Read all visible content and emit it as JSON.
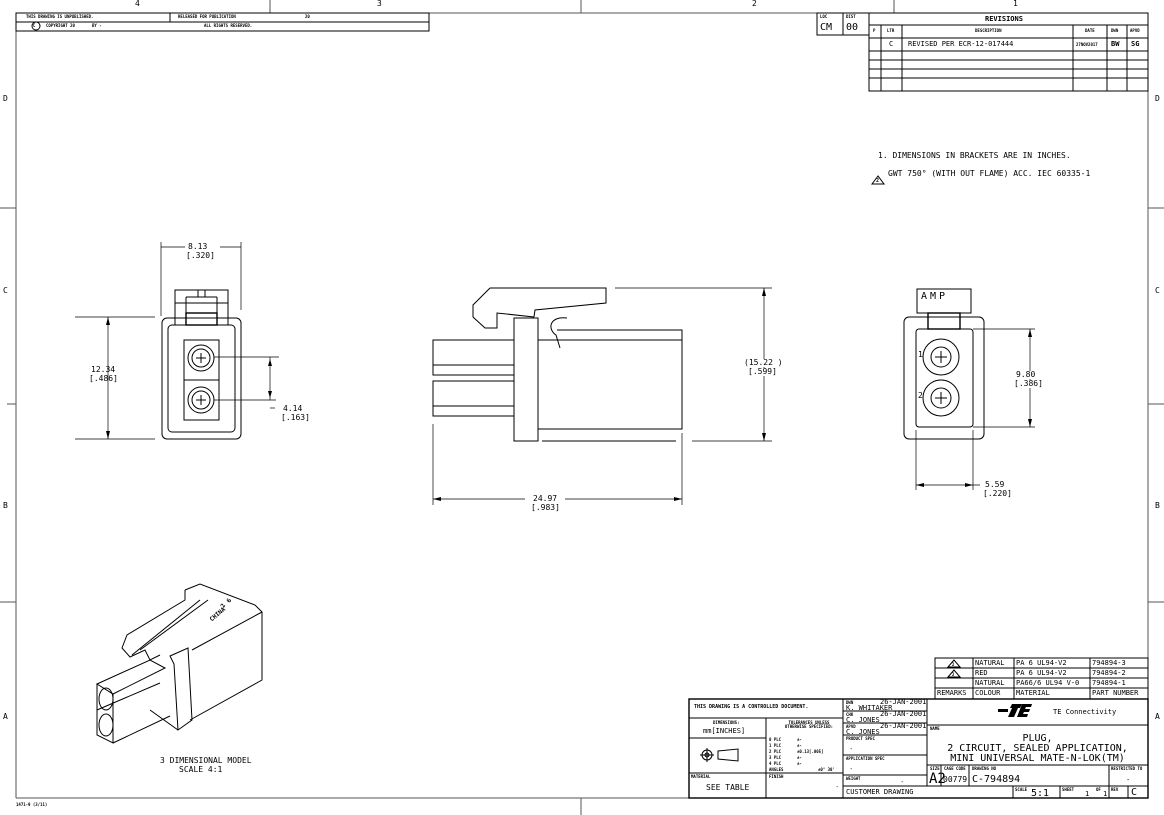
{
  "zones": {
    "columns": [
      "4",
      "3",
      "2",
      "1"
    ],
    "rows": [
      "D",
      "C",
      "B",
      "A"
    ]
  },
  "header": {
    "unpublished": "THIS DRAWING IS UNPUBLISHED.",
    "released": "RELEASED FOR PUBLICATION",
    "released_year": "20",
    "copyright": "COPYRIGHT 20",
    "by": "BY -",
    "rights": "ALL RIGHTS RESERVED."
  },
  "loc_dist": {
    "loc_label": "LOC",
    "loc_value": "CM",
    "dist_label": "DIST",
    "dist_value": "00"
  },
  "revisions": {
    "title": "REVISIONS",
    "headers": [
      "P",
      "LTR",
      "DESCRIPTION",
      "DATE",
      "DWN",
      "APVD"
    ],
    "rows": [
      [
        "",
        "C",
        "REVISED PER ECR-12-017444",
        "27NOV2017",
        "BW",
        "SG"
      ],
      [
        "",
        "",
        "",
        "",
        "",
        ""
      ],
      [
        "",
        "",
        "",
        "",
        "",
        ""
      ],
      [
        "",
        "",
        "",
        "",
        "",
        ""
      ]
    ]
  },
  "notes": [
    "1. DIMENSIONS IN BRACKETS ARE IN INCHES.",
    "GWT 750° (WITH OUT FLAME) ACC. IEC  60335-1"
  ],
  "note_flag": "2",
  "views": {
    "front": {
      "width_mm": "8.13",
      "width_in": "[.320]",
      "height_mm": "12.34",
      "height_in": "[.486]",
      "pitch_mm": "4.14",
      "pitch_in": "[.163]"
    },
    "side": {
      "height_mm": "(15.22 )",
      "height_in": "[.599]",
      "length_mm": "24.97",
      "length_in": "[.983]"
    },
    "rear": {
      "brand": "AMP",
      "pos1": "1",
      "pos2": "2",
      "height_mm": "9.80",
      "height_in": "[.386]",
      "width_mm": "5.59",
      "width_in": "[.220]"
    },
    "iso": {
      "caption1": "3 DIMENSIONAL MODEL",
      "caption2": "SCALE  4:1",
      "marking1": "6",
      "marking2": "2",
      "marking3": "CHINA"
    }
  },
  "material_table": {
    "headers": [
      "REMARKS",
      "COLOUR",
      "MATERIAL",
      "PART NUMBER"
    ],
    "rows": [
      [
        "2",
        "NATURAL",
        "PA 6 UL94-V2",
        "794894-3"
      ],
      [
        "2",
        "RED",
        "PA 6 UL94-V2",
        "794894-2"
      ],
      [
        "",
        "NATURAL",
        "PA66/6 UL94 V-0",
        "794894-1"
      ]
    ]
  },
  "title_block": {
    "controlled": "THIS DRAWING IS A CONTROLLED DOCUMENT.",
    "dimensions_label": "DIMENSIONS:",
    "dimensions_value": "mm[INCHES]",
    "tolerances_label": "TOLERANCES UNLESS OTHERWISE SPECIFIED:",
    "tolerances": [
      [
        "0 PLC",
        "±-"
      ],
      [
        "1 PLC",
        "±-"
      ],
      [
        "2 PLC",
        "±0.13[.005]"
      ],
      [
        "3 PLC",
        "±-"
      ],
      [
        "4 PLC",
        "±-"
      ],
      [
        "ANGLES",
        "±0° 30'"
      ]
    ],
    "material_label": "MATERIAL",
    "material_value": "SEE TABLE",
    "finish_label": "FINISH",
    "finish_value": "-",
    "dwn_label": "DWN",
    "dwn_date": "26-JAN-2001",
    "dwn_name": "K. WHITAKER",
    "chk_label": "CHK",
    "chk_date": "26-JAN-2001",
    "chk_name": "C. JONES",
    "apvd_label": "APVD",
    "apvd_date": "26-JAN-2001",
    "apvd_name": "C. JONES",
    "product_spec_label": "PRODUCT SPEC",
    "product_spec_value": "-",
    "application_spec_label": "APPLICATION SPEC",
    "application_spec_value": "-",
    "weight_label": "WEIGHT",
    "weight_value": "-",
    "customer_drawing": "CUSTOMER DRAWING",
    "company_logo": "TE",
    "company_name": "TE Connectivity",
    "name_label": "NAME",
    "name_lines": [
      "PLUG,",
      "2 CIRCUIT, SEALED APPLICATION,",
      "MINI UNIVERSAL MATE-N-LOK(TM)"
    ],
    "size_label": "SIZE",
    "size_value": "A2",
    "cage_label": "CAGE CODE",
    "cage_value": "00779",
    "drawing_no_label": "DRAWING NO",
    "drawing_no_value": "C-794894",
    "restricted_label": "RESTRICTED TO",
    "restricted_value": "-",
    "scale_label": "SCALE",
    "scale_value": "5:1",
    "sheet_label": "SHEET",
    "sheet_value": "1",
    "of_label": "OF",
    "of_value": "1",
    "rev_label": "REV",
    "rev_value": "C"
  },
  "form_number": "1471-9 (3/11)"
}
